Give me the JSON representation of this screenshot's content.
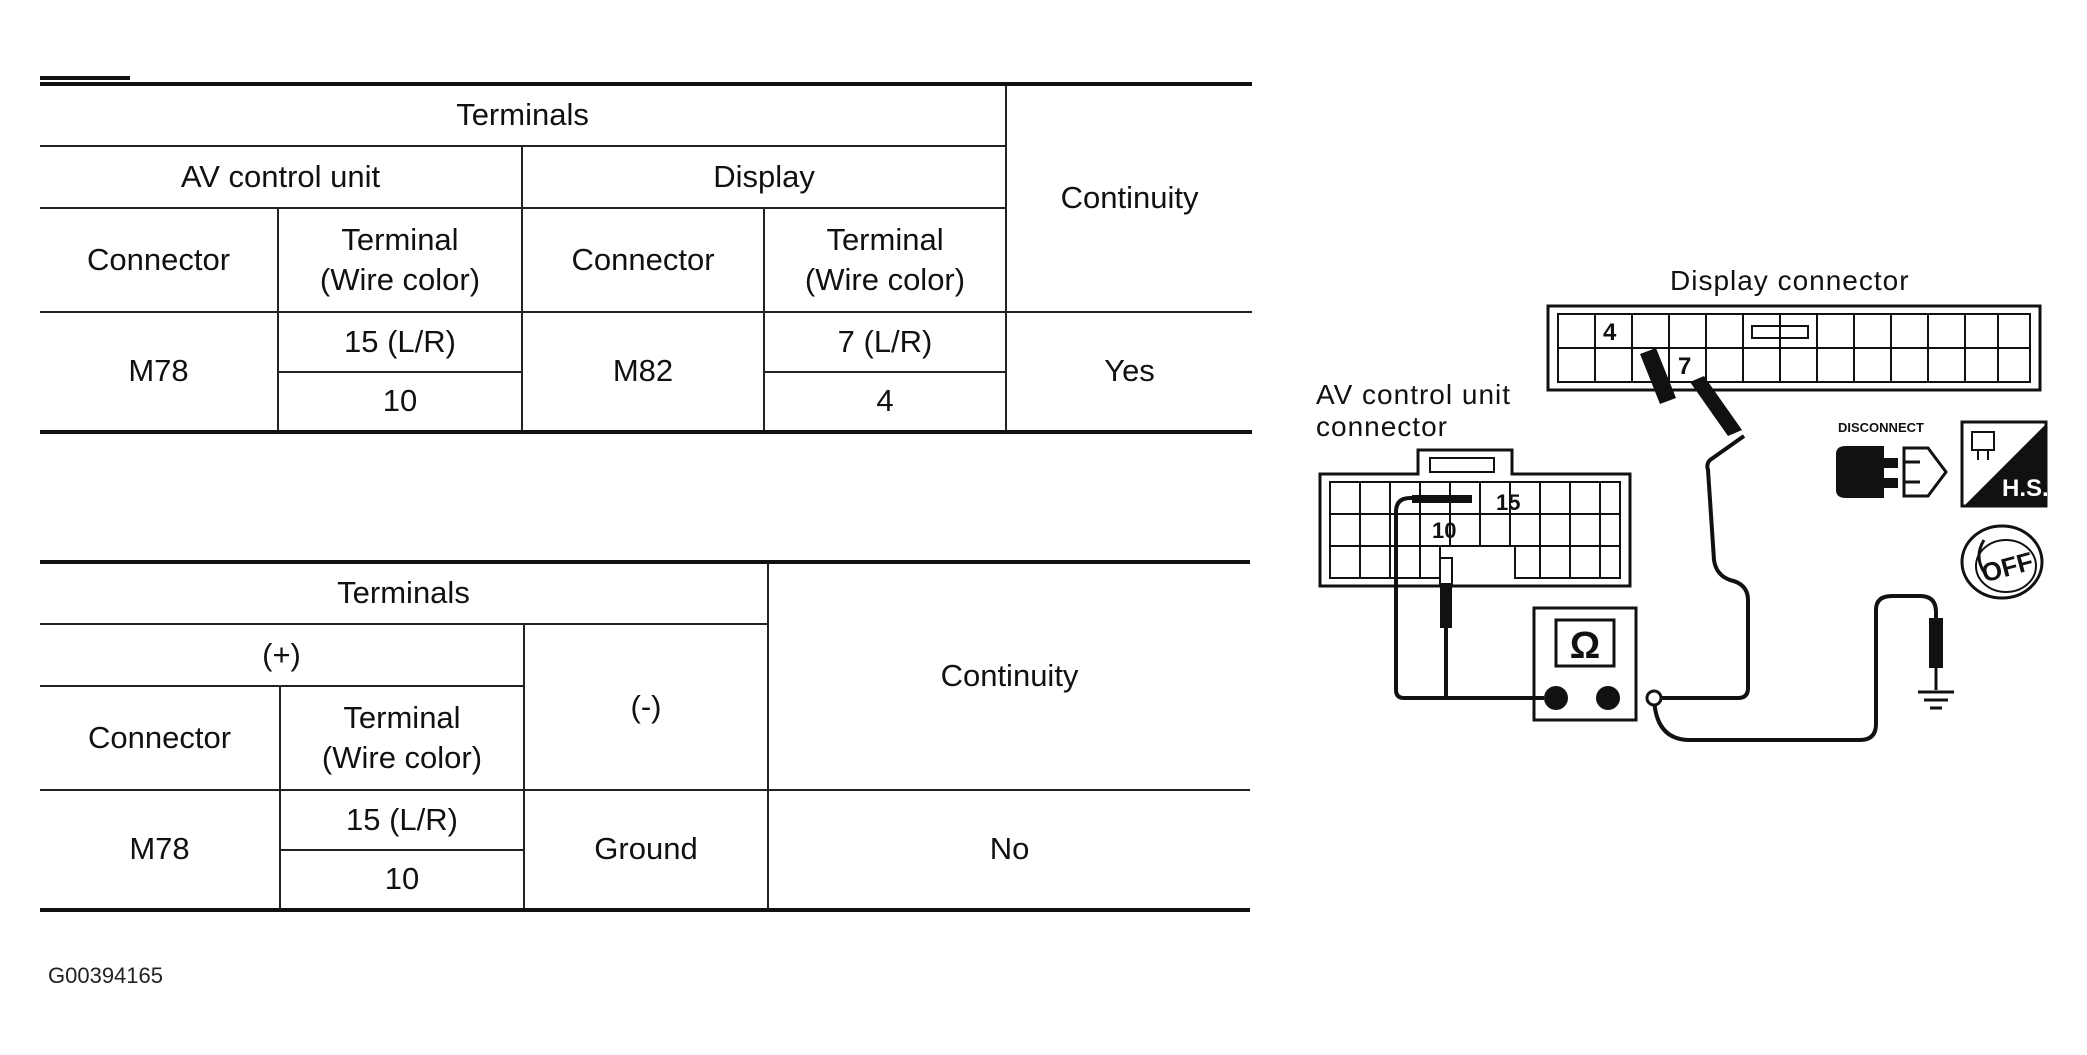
{
  "table1": {
    "terminals": "Terminals",
    "group_a": "AV control unit",
    "group_b": "Display",
    "continuity": "Continuity",
    "col_connector": "Connector",
    "col_terminal_line1": "Terminal",
    "col_terminal_line2": "(Wire color)",
    "rows": {
      "a_connector": "M78",
      "a_term_1": "15 (L/R)",
      "a_term_2": "10",
      "b_connector": "M82",
      "b_term_1": "7 (L/R)",
      "b_term_2": "4",
      "result": "Yes"
    }
  },
  "table2": {
    "terminals": "Terminals",
    "plus": "(+)",
    "minus": "(-)",
    "continuity": "Continuity",
    "col_connector": "Connector",
    "col_terminal_line1": "Terminal",
    "col_terminal_line2": "(Wire color)",
    "rows": {
      "connector": "M78",
      "term_1": "15 (L/R)",
      "term_2": "10",
      "minus_value": "Ground",
      "result": "No"
    }
  },
  "diagram": {
    "display_connector_label": "Display connector",
    "av_connector_label_line1": "AV control unit",
    "av_connector_label_line2": "connector",
    "display_pin_a": "4",
    "display_pin_b": "7",
    "av_pin_a": "15",
    "av_pin_b": "10",
    "ohm_symbol": "Ω",
    "disconnect_label": "DISCONNECT",
    "hs_label": "H.S.",
    "off_label": "OFF"
  },
  "figure_code": "G00394165"
}
